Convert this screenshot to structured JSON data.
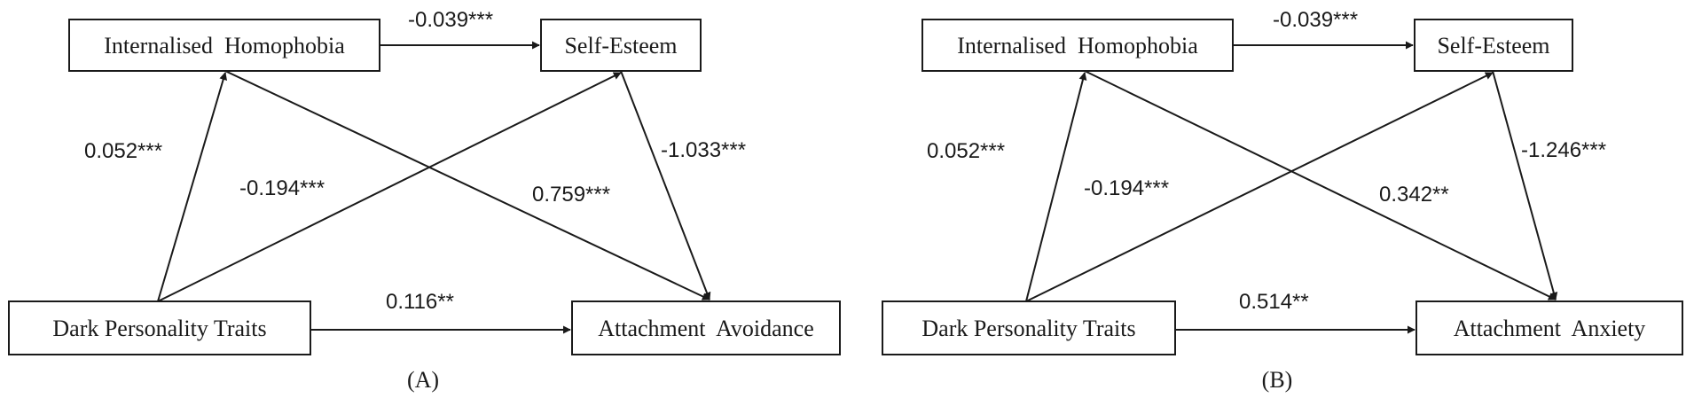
{
  "panels": [
    {
      "id": "A",
      "label": "(A)",
      "nodes": {
        "ih": "Internalised  Homophobia",
        "se": "Self-Esteem",
        "dpt": "Dark Personality Traits",
        "out": "Attachment  Avoidance"
      },
      "paths": {
        "ih_se": "-0.039***",
        "dpt_ih": "0.052***",
        "dpt_se": "-0.194***",
        "ih_out": "0.759***",
        "se_out": "-1.033***",
        "dpt_out": "0.116**"
      }
    },
    {
      "id": "B",
      "label": "(B)",
      "nodes": {
        "ih": "Internalised  Homophobia",
        "se": "Self-Esteem",
        "dpt": "Dark Personality Traits",
        "out": "Attachment  Anxiety"
      },
      "paths": {
        "ih_se": "-0.039***",
        "dpt_ih": "0.052***",
        "dpt_se": "-0.194***",
        "ih_out": "0.342**",
        "se_out": "-1.246***",
        "dpt_out": "0.514**"
      }
    }
  ]
}
